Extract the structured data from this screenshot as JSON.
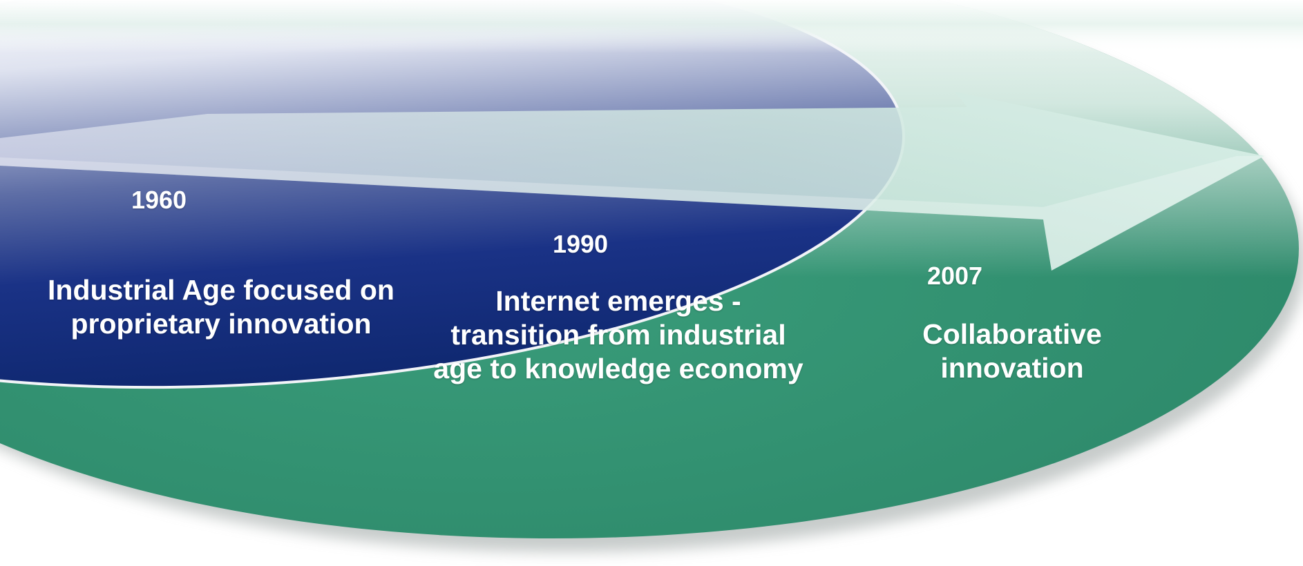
{
  "milestones": [
    {
      "year": "1960",
      "text": "Industrial Age focused on\nproprietary innovation"
    },
    {
      "year": "1990",
      "text": "Internet emerges -\ntransition from industrial\nage to knowledge economy"
    },
    {
      "year": "2007",
      "text": "Collaborative\ninnovation"
    }
  ],
  "colors": {
    "outer_ellipse": "#2f8f70",
    "inner_ellipse": "#132b78",
    "arrow": "#d6ede5",
    "text": "#ffffff"
  }
}
